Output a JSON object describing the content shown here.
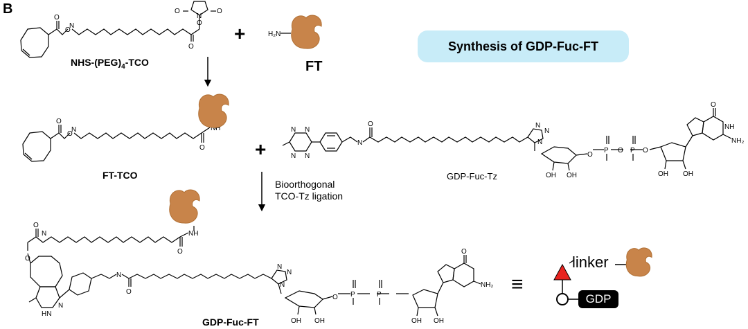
{
  "panel_letter": "B",
  "title": "Synthesis of GDP-Fuc-FT",
  "colors": {
    "title_fill": "#c8ecf8",
    "protein": "#c8844a",
    "protein_stroke": "#b06f33",
    "triangle": "#e8231f"
  },
  "labels": {
    "nhs_peg_tco_prefix": "NHS-(PEG)",
    "nhs_peg_tco_sub": "4",
    "nhs_peg_tco_suffix": "-TCO",
    "ft": "FT",
    "ft_tco": "FT-TCO",
    "gdp_fuc_tz": "GDP-Fuc-Tz",
    "gdp_fuc_ft": "GDP-Fuc-FT",
    "reaction_line1": "Bioorthogonal",
    "reaction_line2": "TCO-Tz ligation",
    "plus": "+",
    "equiv": "≡",
    "legend_linker": "linker",
    "legend_gdp": "GDP"
  },
  "atoms": {
    "amine": "H₂N",
    "N": "N",
    "O": "O",
    "NH": "NH",
    "HN": "HN",
    "NH2": "NH₂",
    "OH": "OH",
    "P": "P"
  },
  "icons": {
    "protein": "protein-blob-icon",
    "arrow": "down-arrow-icon",
    "triangle": "fucose-triangle-icon",
    "circle": "guanosine-circle-icon"
  }
}
